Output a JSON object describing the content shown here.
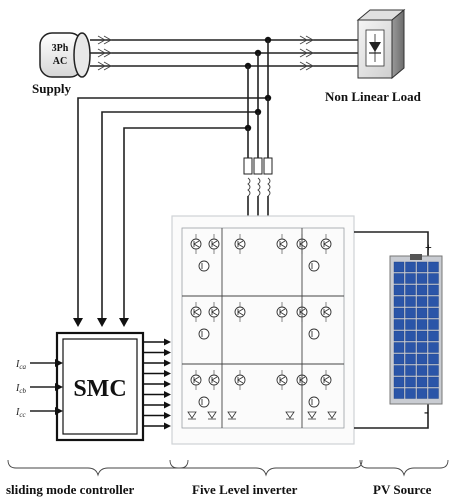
{
  "supply": {
    "line1": "3Ph",
    "line2": "AC",
    "label": "Supply"
  },
  "load": {
    "label": "Non Linear Load"
  },
  "controller": {
    "block_label": "SMC",
    "caption": "sliding mode controller"
  },
  "inverter": {
    "caption": "Five Level inverter"
  },
  "pv": {
    "caption": "PV Source",
    "plus": "+",
    "minus": "-"
  },
  "inputs": {
    "i1": "I",
    "s1": "ca",
    "i2": "I",
    "s2": "cb",
    "i3": "I",
    "s3": "cc"
  },
  "icons": {
    "supply": "ac-source-icon",
    "load": "rectifier-load-icon",
    "pv": "solar-panel-icon",
    "inverter": "igbt-bridge-icon"
  },
  "colors": {
    "pv_cell": "#2a55a8",
    "pv_frame": "#c9ccd2",
    "wire": "#222222",
    "inverter_frame": "#cfd3d6"
  }
}
